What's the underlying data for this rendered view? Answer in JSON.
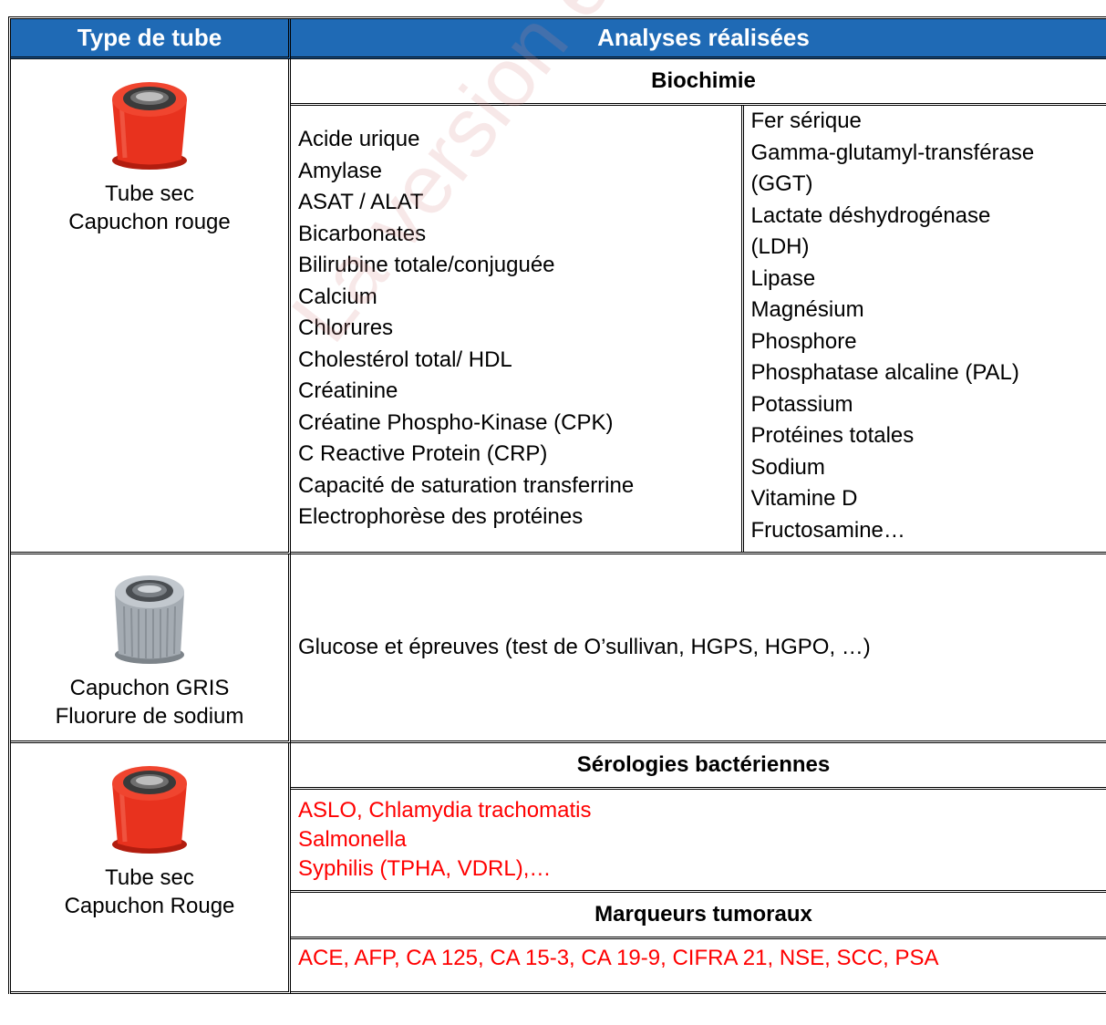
{
  "header": {
    "col1": "Type de tube",
    "col2": "Analyses réalisées"
  },
  "row1": {
    "tube_line1": "Tube sec",
    "tube_line2": "Capuchon rouge",
    "cap_color": "#e8321e",
    "section": "Biochimie",
    "left_list": [
      "Acide urique",
      "Amylase",
      "ASAT / ALAT",
      "Bicarbonates",
      "Bilirubine totale/conjuguée",
      "Calcium",
      "Chlorures",
      "Cholestérol total/ HDL",
      "Créatinine",
      "Créatine Phospho-Kinase (CPK)",
      "C Reactive Protein (CRP)",
      "Capacité de saturation transferrine",
      "Electrophorèse des protéines"
    ],
    "right_list": [
      "Fer sérique",
      "Gamma-glutamyl-transférase",
      "(GGT)",
      "Lactate déshydrogénase",
      "(LDH)",
      "Lipase",
      "Magnésium",
      "Phosphore",
      "Phosphatase alcaline (PAL)",
      "Potassium",
      "Protéines totales",
      "Sodium",
      "Vitamine D",
      "Fructosamine…"
    ]
  },
  "row2": {
    "tube_line1": "Capuchon GRIS",
    "tube_line2": "Fluorure de sodium",
    "cap_color": "#a4abb2",
    "analysis": "Glucose et épreuves (test de O’sullivan, HGPS, HGPO, …)"
  },
  "row3": {
    "tube_line1": "Tube sec",
    "tube_line2": "Capuchon Rouge",
    "cap_color": "#e8321e",
    "section1": "Sérologies bactériennes",
    "section1_items": [
      "ASLO, Chlamydia trachomatis",
      "Salmonella",
      "Syphilis (TPHA, VDRL),…"
    ],
    "section2": "Marqueurs tumoraux",
    "section2_items": "ACE, AFP, CA 125, CA 15-3, CA 19-9, CIFRA 21, NSE, SCC, PSA"
  },
  "watermark": "La version électronique fait foi",
  "colors": {
    "header_bg": "#1f6ab5",
    "red_text": "#ff0000"
  }
}
